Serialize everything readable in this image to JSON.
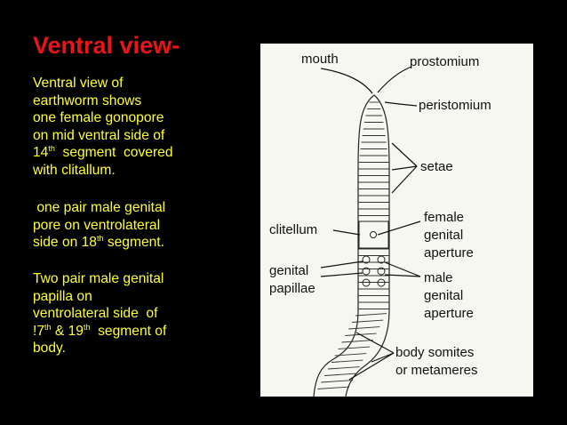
{
  "slide": {
    "title": "Ventral view-",
    "colors": {
      "background": "#000000",
      "title": "#e8141a",
      "text": "#ffff33",
      "figure_bg": "#f7f7f2"
    },
    "paragraphs": [
      {
        "lines": [
          {
            "text": "Ventral view of"
          },
          {
            "text": "earthworm shows"
          },
          {
            "text": "one female gonopore"
          },
          {
            "text": "on mid ventral side of"
          },
          {
            "pre": "14",
            "sup": "th",
            "post": "  segment  covered"
          },
          {
            "text": "with clitallum."
          }
        ]
      },
      {
        "lines": [
          {
            "text": " one pair male genital"
          },
          {
            "text": "pore on ventrolateral"
          },
          {
            "pre": "side on 18",
            "sup": "th",
            "post": " segment."
          }
        ]
      },
      {
        "lines": [
          {
            "text": "Two pair male genital"
          },
          {
            "text": "papilla on"
          },
          {
            "text": "ventrolateral side  of"
          },
          {
            "pre": "!7",
            "sup": "th",
            "post": " & 19",
            "sup2": "th",
            "post2": "  segment of"
          },
          {
            "text": "body."
          }
        ]
      }
    ]
  },
  "figure": {
    "labels": {
      "mouth": "mouth",
      "prostomium": "prostomium",
      "peristomium": "peristomium",
      "setae": "setae",
      "clitellum": "clitellum",
      "female_1": "female",
      "female_2": "genital",
      "female_3": "aperture",
      "genital_1": "genital",
      "genital_2": "papillae",
      "male_1": "male",
      "male_2": "genital",
      "male_3": "aperture",
      "body_1": "body somites",
      "body_2": "or metameres"
    }
  }
}
